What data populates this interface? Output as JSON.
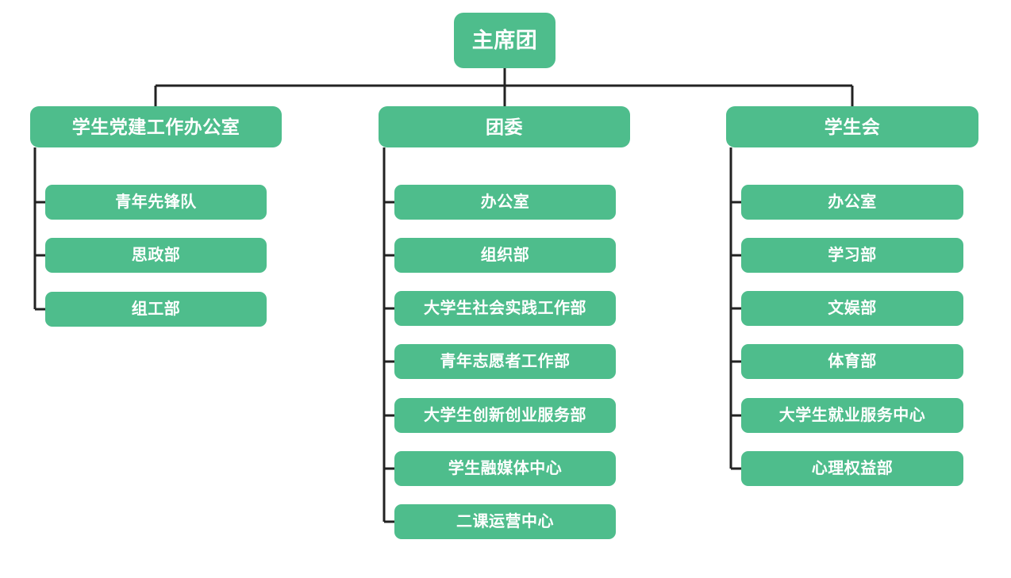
{
  "theme": {
    "node_fill": "#4ebd8c",
    "node_text": "#ffffff",
    "connector": "#222222",
    "background": "#ffffff"
  },
  "root": {
    "label": "主席团"
  },
  "branches": [
    {
      "label": "学生党建工作办公室",
      "children": [
        {
          "label": "青年先锋队"
        },
        {
          "label": "思政部"
        },
        {
          "label": "组工部"
        }
      ]
    },
    {
      "label": "团委",
      "children": [
        {
          "label": "办公室"
        },
        {
          "label": "组织部"
        },
        {
          "label": "大学生社会实践工作部"
        },
        {
          "label": "青年志愿者工作部"
        },
        {
          "label": "大学生创新创业服务部"
        },
        {
          "label": "学生融媒体中心"
        },
        {
          "label": "二课运营中心"
        }
      ]
    },
    {
      "label": "学生会",
      "children": [
        {
          "label": "办公室"
        },
        {
          "label": "学习部"
        },
        {
          "label": "文娱部"
        },
        {
          "label": "体育部"
        },
        {
          "label": "大学生就业服务中心"
        },
        {
          "label": "心理权益部"
        }
      ]
    }
  ]
}
